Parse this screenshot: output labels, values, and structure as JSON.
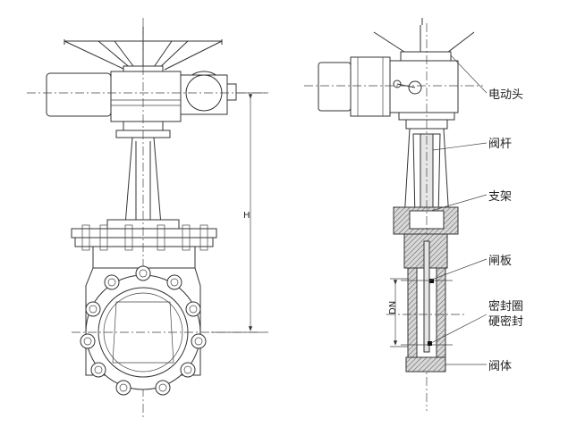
{
  "labels": {
    "actuator": "电动头",
    "stem": "阀杆",
    "bracket": "支架",
    "gate": "闸板",
    "seal_ring": "密封圈",
    "hard_seal": "硬密封",
    "body": "阀体"
  },
  "dimensions": {
    "height": "H",
    "nominal_diameter": "DN"
  }
}
